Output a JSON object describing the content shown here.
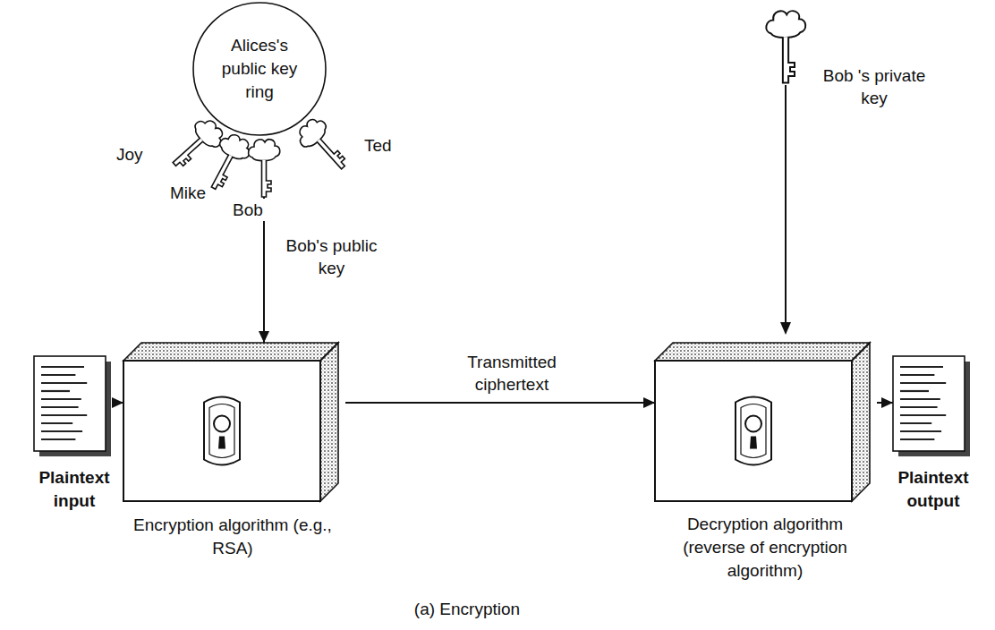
{
  "diagram": {
    "caption": "(a) Encryption",
    "nodes": [
      {
        "text": [
          "Alices's public key ring"
        ]
      },
      {
        "text": [
          "Plaintext input"
        ]
      },
      {
        "text": [
          "Encryption algorithm (e.g., RSA)"
        ]
      },
      {
        "text": [
          "Decryption algorithm (reverse of encryption algorithm)"
        ]
      },
      {
        "text": [
          "Plaintext output"
        ]
      }
    ],
    "edges": [
      {
        "from": 1,
        "to": 2,
        "arrow": "to"
      },
      {
        "from": 2,
        "to": 3,
        "label": "Transmitted ciphertext",
        "arrow": "to"
      },
      {
        "from": 3,
        "to": 4,
        "arrow": "to"
      },
      {
        "from": 0,
        "to": 2,
        "label": "Bob's public key",
        "arrow": "to"
      }
    ],
    "labels": [
      "Joy",
      "Mike",
      "Bob",
      "Ted",
      "Bob 's private key"
    ]
  }
}
